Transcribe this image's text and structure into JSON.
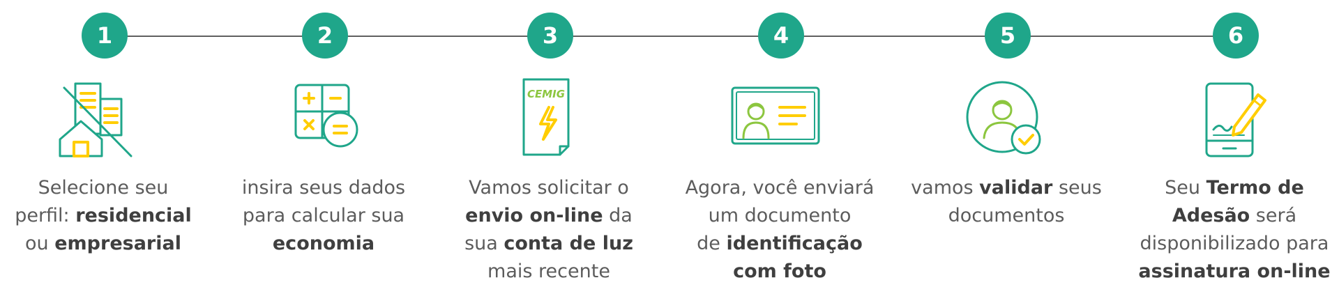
{
  "steps": [
    {
      "number": "1",
      "icon": "buildings-house-icon",
      "lines": [
        [
          {
            "t": "Selecione seu",
            "b": false
          }
        ],
        [
          {
            "t": "perfil: ",
            "b": false
          },
          {
            "t": "residencial",
            "b": true
          }
        ],
        [
          {
            "t": "ou ",
            "b": false
          },
          {
            "t": "empresarial",
            "b": true
          }
        ]
      ]
    },
    {
      "number": "2",
      "icon": "calculator-icon",
      "lines": [
        [
          {
            "t": "insira seus dados",
            "b": false
          }
        ],
        [
          {
            "t": "para calcular sua",
            "b": false
          }
        ],
        [
          {
            "t": "economia",
            "b": true
          }
        ]
      ]
    },
    {
      "number": "3",
      "icon": "cemig-bill-icon",
      "icon_text": "CEMIG",
      "lines": [
        [
          {
            "t": "Vamos solicitar o",
            "b": false
          }
        ],
        [
          {
            "t": "envio on-line",
            "b": true
          },
          {
            "t": " da",
            "b": false
          }
        ],
        [
          {
            "t": "sua ",
            "b": false
          },
          {
            "t": "conta de luz",
            "b": true
          }
        ],
        [
          {
            "t": "mais recente",
            "b": false
          }
        ]
      ]
    },
    {
      "number": "4",
      "icon": "id-card-icon",
      "lines": [
        [
          {
            "t": "Agora, você enviará",
            "b": false
          }
        ],
        [
          {
            "t": "um documento",
            "b": false
          }
        ],
        [
          {
            "t": "de ",
            "b": false
          },
          {
            "t": "identificação",
            "b": true
          }
        ],
        [
          {
            "t": "com foto",
            "b": true
          }
        ]
      ]
    },
    {
      "number": "5",
      "icon": "user-check-icon",
      "lines": [
        [
          {
            "t": "vamos ",
            "b": false
          },
          {
            "t": "validar",
            "b": true
          },
          {
            "t": " seus",
            "b": false
          }
        ],
        [
          {
            "t": "documentos",
            "b": false
          }
        ]
      ]
    },
    {
      "number": "6",
      "icon": "sign-document-icon",
      "lines": [
        [
          {
            "t": "Seu ",
            "b": false
          },
          {
            "t": "Termo de",
            "b": true
          }
        ],
        [
          {
            "t": "Adesão",
            "b": true
          },
          {
            "t": " será",
            "b": false
          }
        ],
        [
          {
            "t": "disponibilizado para",
            "b": false
          }
        ],
        [
          {
            "t": "assinatura on-line",
            "b": true
          }
        ]
      ]
    }
  ],
  "colors": {
    "teal": "#1fa68a",
    "green": "#8cc63f",
    "yellow": "#ffcd00",
    "text": "#5c5c5c",
    "line": "#5f5f5f"
  }
}
